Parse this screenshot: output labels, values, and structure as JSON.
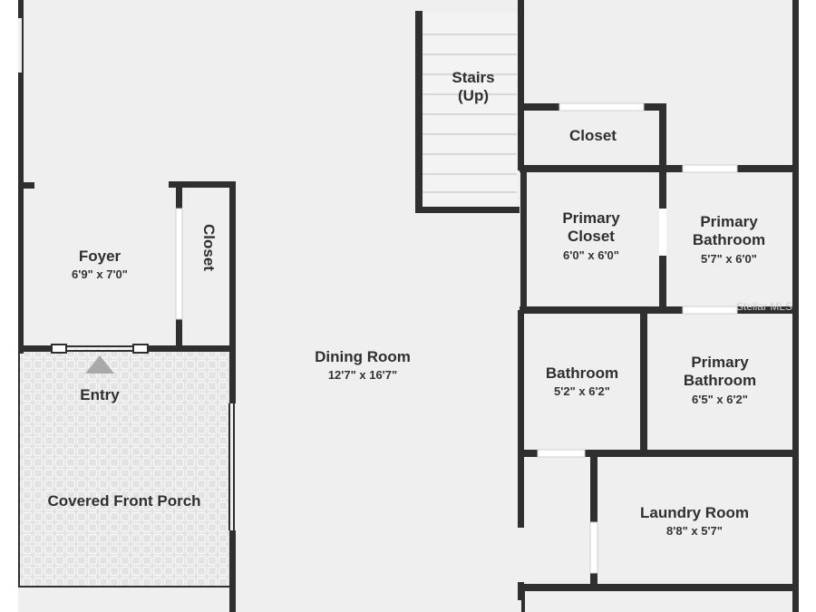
{
  "rooms": {
    "stairs": {
      "name_line1": "Stairs",
      "name_line2": "(Up)"
    },
    "closet_top": {
      "name": "Closet"
    },
    "foyer": {
      "name": "Foyer",
      "dims": "6'9\" x 7'0\""
    },
    "foyer_closet": {
      "name": "Closet"
    },
    "entry": {
      "name": "Entry"
    },
    "porch": {
      "name": "Covered Front Porch"
    },
    "dining": {
      "name": "Dining Room",
      "dims": "12'7\" x 16'7\""
    },
    "primary_closet": {
      "name_line1": "Primary",
      "name_line2": "Closet",
      "dims": "6'0\" x 6'0\""
    },
    "primary_bath_upper": {
      "name_line1": "Primary",
      "name_line2": "Bathroom",
      "dims": "5'7\" x 6'0\""
    },
    "bathroom": {
      "name": "Bathroom",
      "dims": "5'2\" x 6'2\""
    },
    "primary_bath_lower": {
      "name_line1": "Primary",
      "name_line2": "Bathroom",
      "dims": "6'5\" x 6'2\""
    },
    "laundry": {
      "name": "Laundry Room",
      "dims": "8'8\" x 5'7\""
    }
  },
  "watermark": "Stellar MLS",
  "colors": {
    "wall": "#2f2f2f",
    "floor": "#efefef",
    "porch": "#e3e3e3",
    "tile_line": "#fafafa",
    "door": "#ffffff",
    "entry_arrow": "#a9a9a9"
  }
}
